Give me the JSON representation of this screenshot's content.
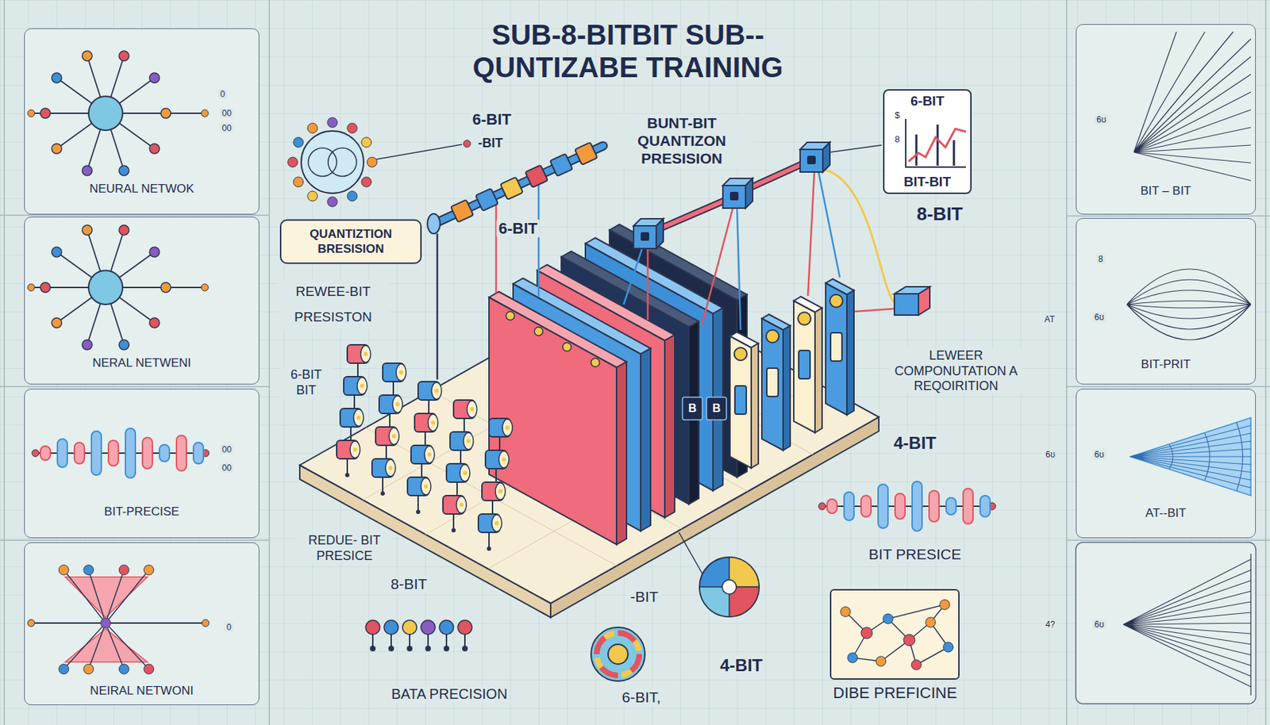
{
  "diagram": {
    "title": "SUB-8-BITBIT SUB-- QUNTIZABE TRAINING",
    "nodes": [
      {
        "text": [
          "NEURAL NETWOK"
        ]
      },
      {
        "text": [
          "NERAL NETWENI"
        ]
      },
      {
        "text": [
          "BIT-PRECISE"
        ]
      },
      {
        "text": [
          "NEIRAL NETWONI"
        ]
      },
      {
        "text": [
          "BIT – BIT"
        ]
      },
      {
        "text": [
          "BIT-PRIT"
        ]
      },
      {
        "text": [
          "AT--BIT"
        ]
      },
      {
        "text": [
          "QUANTIZTION BRESISION"
        ]
      },
      {
        "text": [
          "6-BIT",
          "BIT-BIT"
        ]
      },
      {
        "text": [
          "DIBE PREFICINE"
        ]
      }
    ],
    "labels": [
      "0",
      "00",
      "00",
      "6-BIT",
      "-BIT",
      "BUNT-BIT QUANTIZON PRESISION",
      "$",
      "8",
      "6ʊ",
      "8-BIT",
      "6-BIT",
      "REWEE-BIT PRESISTON",
      "8",
      "AT",
      "6ʊ",
      "6-BIT BIT",
      "B",
      "B",
      "LEWEER COMPONUTATION A REQOIRITION",
      "6ʊ",
      "6ʊ",
      "00",
      "00",
      "4-BIT",
      "REDUE- BIT PRESICE",
      "BIT PRESICE",
      "8-BIT",
      "-BIT",
      "4-BIT",
      "4?",
      "6ʊ",
      "0",
      "BATA PRECISION",
      "6-BIT,"
    ]
  }
}
